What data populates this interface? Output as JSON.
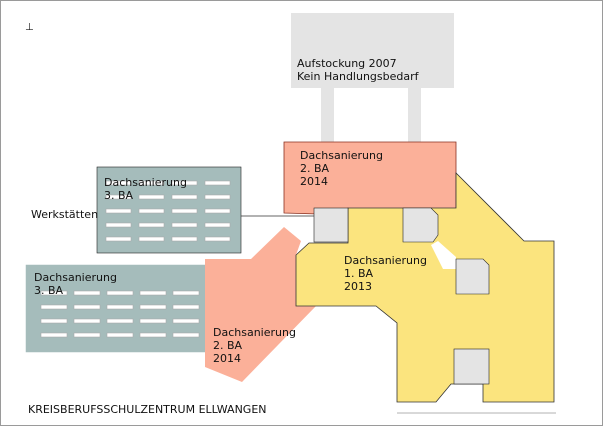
{
  "title": "KREISBERUFSSCHULZENTRUM ELLWANGEN",
  "north_mark": "⊥",
  "labels": {
    "aufstockung": [
      "Aufstockung 2007",
      "Kein Handlungsbedarf"
    ],
    "werkstaetten": "Werkstätten",
    "ba2_upper": [
      "Dachsanierung",
      "2. BA",
      "2014"
    ],
    "ba2_lower": [
      "Dachsanierung",
      "2. BA",
      "2014"
    ],
    "ba1": [
      "Dachsanierung",
      "1. BA",
      "2013"
    ],
    "ba3_upper": [
      "Dachsanierung",
      "3. BA"
    ],
    "ba3_lower": [
      "Dachsanierung",
      "3. BA"
    ]
  },
  "colors": {
    "ba1": "#fbe47e",
    "ba2": "#fbb099",
    "ba3": "#a5bcbb",
    "existing": "#e4e4e4"
  }
}
